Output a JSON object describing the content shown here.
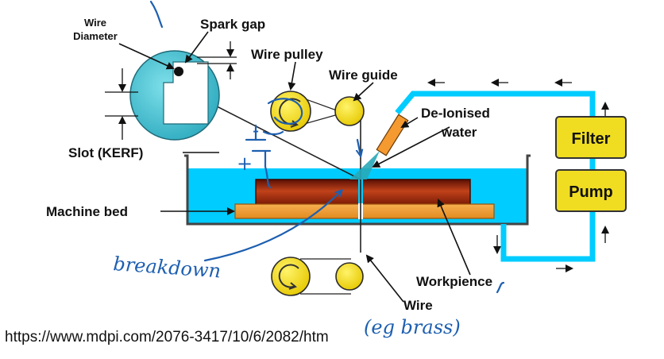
{
  "labels": {
    "wire_diameter_line1": "Wire",
    "wire_diameter_line2": "Diameter",
    "spark_gap": "Spark gap",
    "wire_pulley": "Wire pulley",
    "wire_guide": "Wire guide",
    "deionised_line1": "De-Ionised",
    "deionised_line2": "water",
    "slot_kerf": "Slot (KERF)",
    "machine_bed": "Machine bed",
    "workpiece": "Workpience",
    "wire": "Wire",
    "filter": "Filter",
    "pump": "Pump"
  },
  "annotations": {
    "breakdown": "breakdown",
    "eg_brass": "(eg brass)",
    "plus": "+",
    "minus": "-"
  },
  "source_url": "https://www.mdpi.com/2076-3417/10/6/2082/htm",
  "colors": {
    "tank_water": "#00ccff",
    "cyan_disc": "#33bbcc",
    "pulley_yellow": "#f0dd22",
    "box_yellow": "#f0dd22",
    "workpiece_red": "#a42a0c",
    "bed_orange": "#f59a30",
    "pipe_cyan": "#00ccff",
    "ink_blue": "#1d5fb0"
  }
}
